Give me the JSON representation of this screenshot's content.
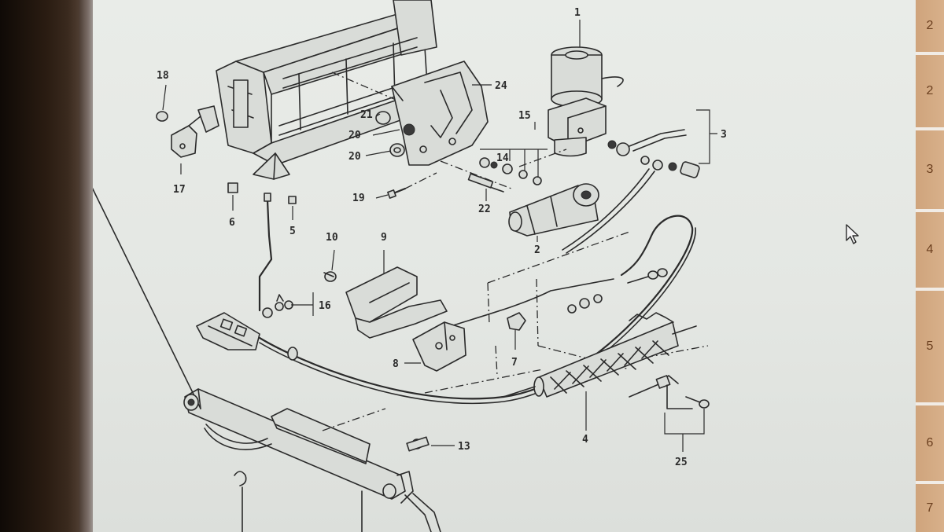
{
  "diagram": {
    "callouts": [
      "1",
      "2",
      "3",
      "4",
      "5",
      "6",
      "7",
      "8",
      "9",
      "10",
      "13",
      "14",
      "15",
      "16",
      "17",
      "18",
      "19",
      "20",
      "20",
      "21",
      "22",
      "24",
      "25"
    ]
  },
  "side_tabs": [
    "2",
    "2",
    "3",
    "4",
    "5",
    "6",
    "7"
  ],
  "colors": {
    "screen_bg": "#e4e7e3",
    "ink": "#2b2b2b",
    "tab_bg": "#cfa47c",
    "tab_text": "#6b3f1f"
  }
}
